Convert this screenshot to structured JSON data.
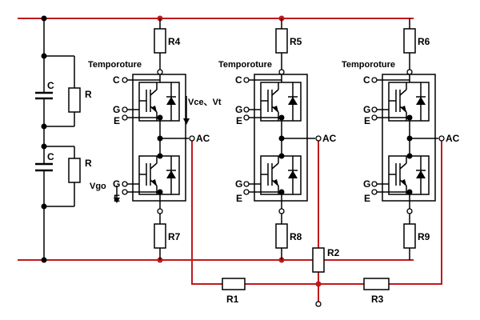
{
  "labels": {
    "R4": "R4",
    "R5": "R5",
    "R6": "R6",
    "R7": "R7",
    "R8": "R8",
    "R9": "R9",
    "R1": "R1",
    "R2": "R2",
    "R3": "R3",
    "C": "C",
    "R": "R",
    "temperature": "Temporoture",
    "pin_c": "C",
    "pin_g": "G",
    "pin_e": "E",
    "ac": "AC",
    "vce_vt": "Vce、Vt",
    "vgo": "Vgo"
  },
  "colors": {
    "bus": "#c0191c",
    "wire": "#000000",
    "node": "#000000"
  }
}
